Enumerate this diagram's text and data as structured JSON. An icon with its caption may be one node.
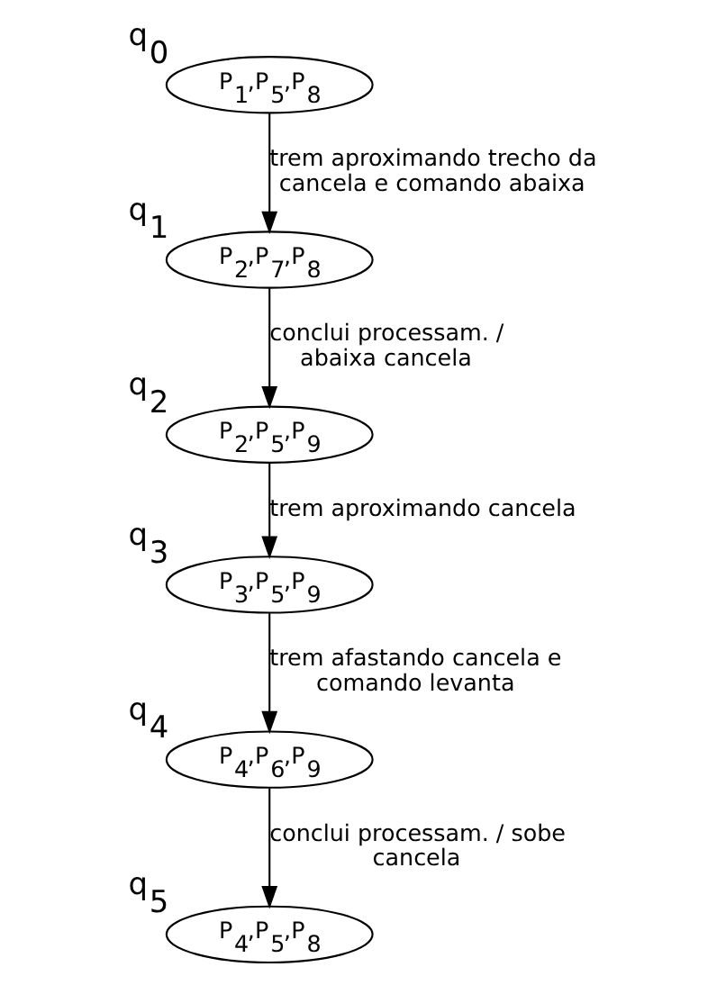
{
  "diagram": {
    "nodes": [
      {
        "text": [
          "P$_{1}$,P$_{5}$,P$_{8}$"
        ],
        "beside": [
          "q$_{0}$"
        ]
      },
      {
        "text": [
          "P$_{2}$,P$_{7}$,P$_{8}$"
        ],
        "beside": [
          "q$_{1}$"
        ]
      },
      {
        "text": [
          "P$_{2}$,P$_{5}$,P$_{9}$"
        ],
        "beside": [
          "q$_{2}$"
        ]
      },
      {
        "text": [
          "P$_{3}$,P$_{5}$,P$_{9}$"
        ],
        "beside": [
          "q$_{3}$"
        ]
      },
      {
        "text": [
          "P$_{4}$,P$_{6}$,P$_{9}$"
        ],
        "beside": [
          "q$_{4}$"
        ]
      },
      {
        "text": [
          "P$_{4}$,P$_{5}$,P$_{8}$"
        ],
        "beside": [
          "q$_{5}$"
        ]
      }
    ],
    "edges": [
      {
        "from": 0,
        "to": 1,
        "arrow": "to",
        "label": "trem aproximando trecho da cancela e comando abaixa"
      },
      {
        "from": 1,
        "to": 2,
        "arrow": "to",
        "label": "conclui processam. / abaixa cancela"
      },
      {
        "from": 2,
        "to": 3,
        "arrow": "to",
        "label": "trem aproximando cancela"
      },
      {
        "from": 3,
        "to": 4,
        "arrow": "to",
        "label": "trem afastando cancela e comando levanta"
      },
      {
        "from": 4,
        "to": 5,
        "arrow": "to",
        "label": "conclui processam. / sobe cancela"
      }
    ]
  }
}
